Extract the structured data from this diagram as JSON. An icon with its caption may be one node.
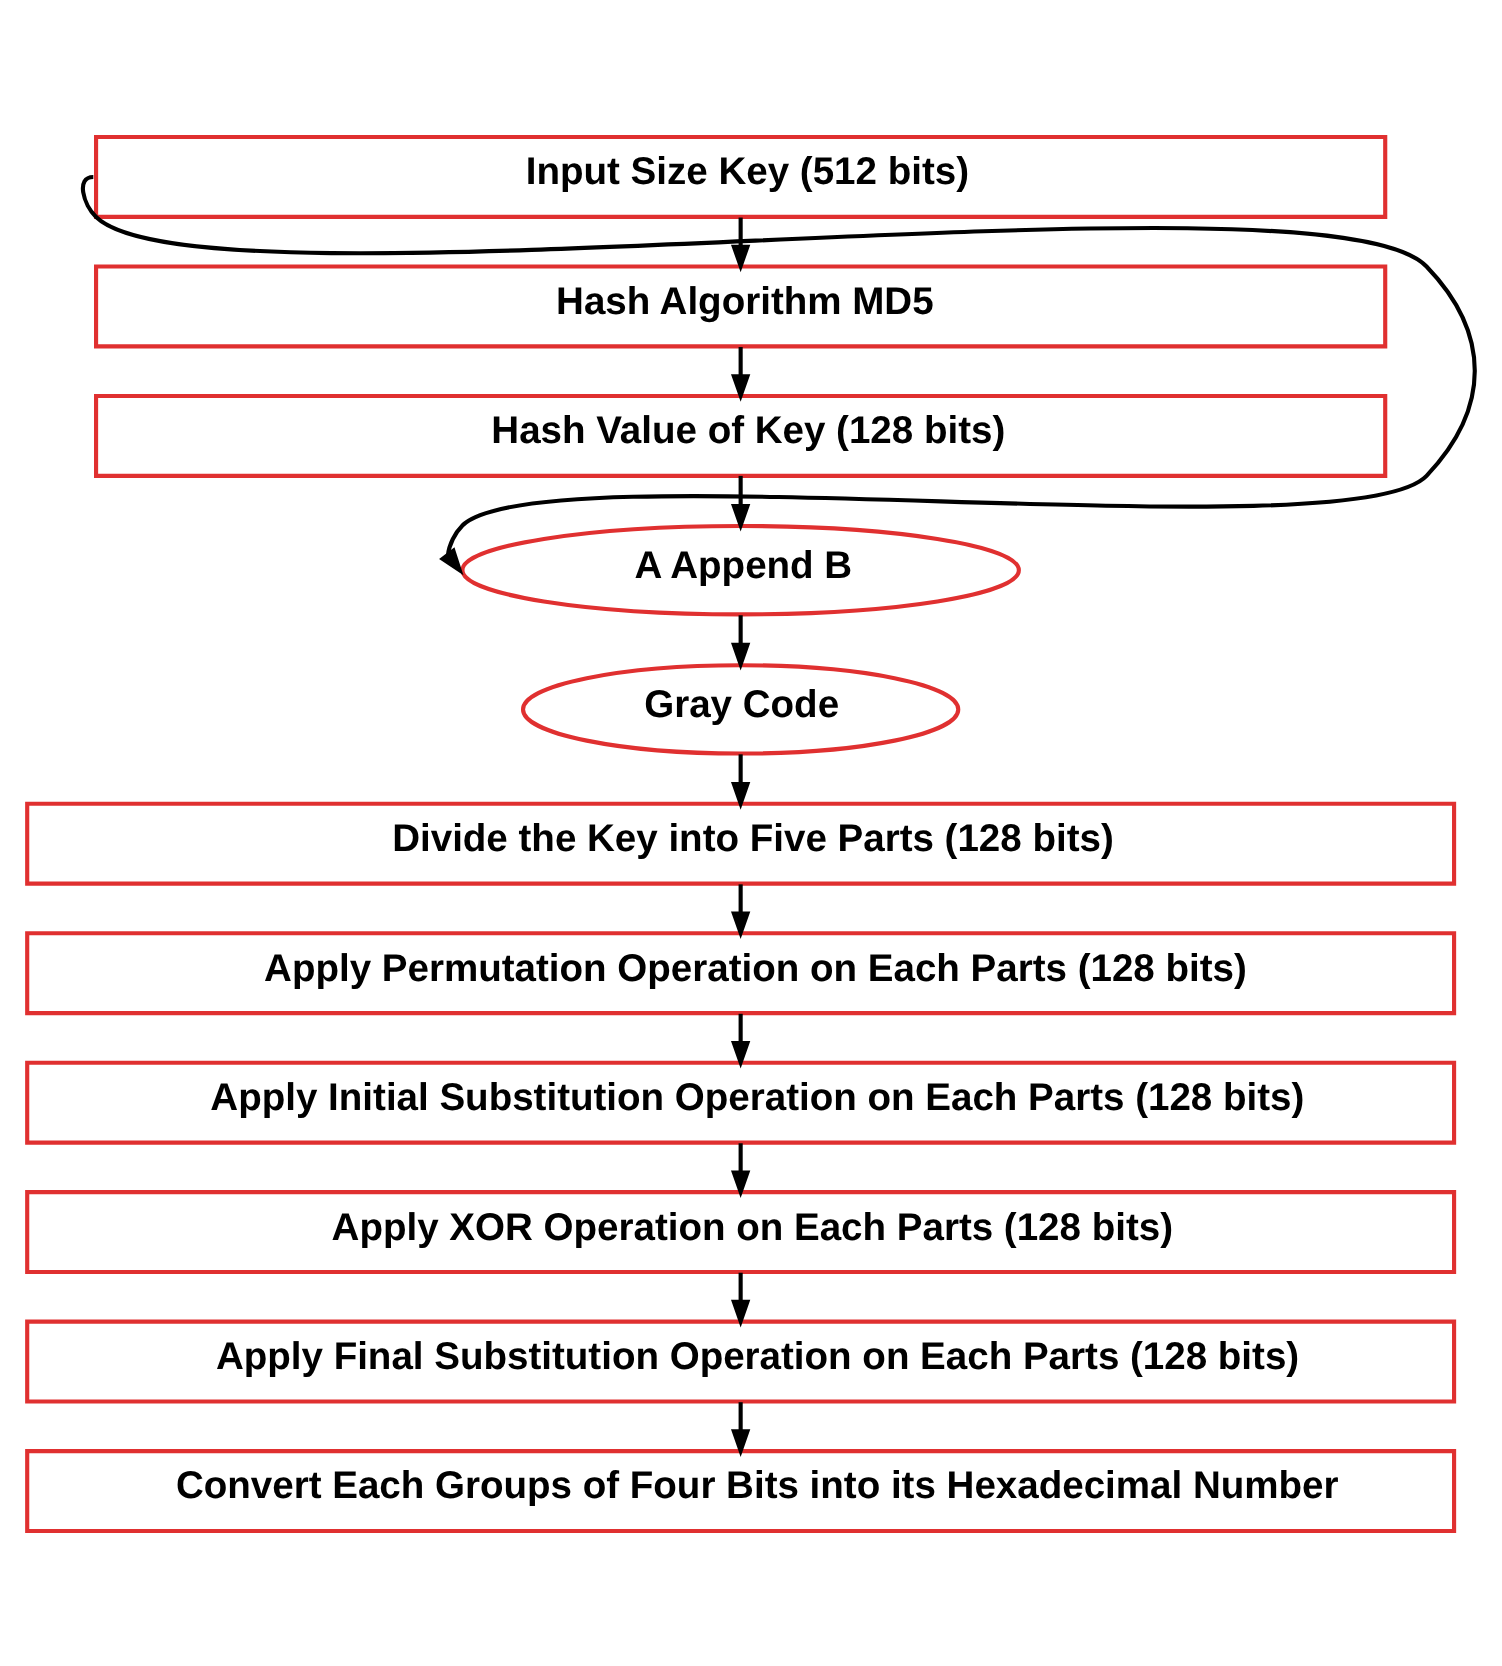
{
  "diagram": {
    "nodes": [
      {
        "text": [
          "Input Size Key (512 bits)"
        ]
      },
      {
        "text": [
          "Hash Algorithm MD5"
        ]
      },
      {
        "text": [
          "Hash Value of Key (128 bits)"
        ]
      },
      {
        "text": [
          "A Append B"
        ]
      },
      {
        "text": [
          "Gray Code"
        ]
      },
      {
        "text": [
          "Divide the Key into Five Parts (128 bits)"
        ]
      },
      {
        "text": [
          "Apply Permutation Operation on Each Parts (128 bits)"
        ]
      },
      {
        "text": [
          "Apply Initial Substitution Operation on Each Parts (128 bits)"
        ]
      },
      {
        "text": [
          "Apply XOR Operation on Each Parts (128 bits)"
        ]
      },
      {
        "text": [
          "Apply Final Substitution Operation on Each Parts (128 bits)"
        ]
      },
      {
        "text": [
          "Convert Each Groups of Four Bits into its Hexadecimal Number"
        ]
      }
    ],
    "edges": [
      {
        "from": 0,
        "to": 1,
        "arrow": "to"
      },
      {
        "from": 1,
        "to": 2,
        "arrow": "to"
      },
      {
        "from": 2,
        "to": 3,
        "arrow": "to"
      },
      {
        "from": 0,
        "to": 3,
        "arrow": "to"
      },
      {
        "from": 3,
        "to": 4,
        "arrow": "to"
      },
      {
        "from": 4,
        "to": 5,
        "arrow": "to"
      },
      {
        "from": 5,
        "to": 6,
        "arrow": "to"
      },
      {
        "from": 6,
        "to": 7,
        "arrow": "to"
      },
      {
        "from": 7,
        "to": 8,
        "arrow": "to"
      },
      {
        "from": 8,
        "to": 9,
        "arrow": "to"
      },
      {
        "from": 9,
        "to": 10,
        "arrow": "to"
      }
    ]
  }
}
